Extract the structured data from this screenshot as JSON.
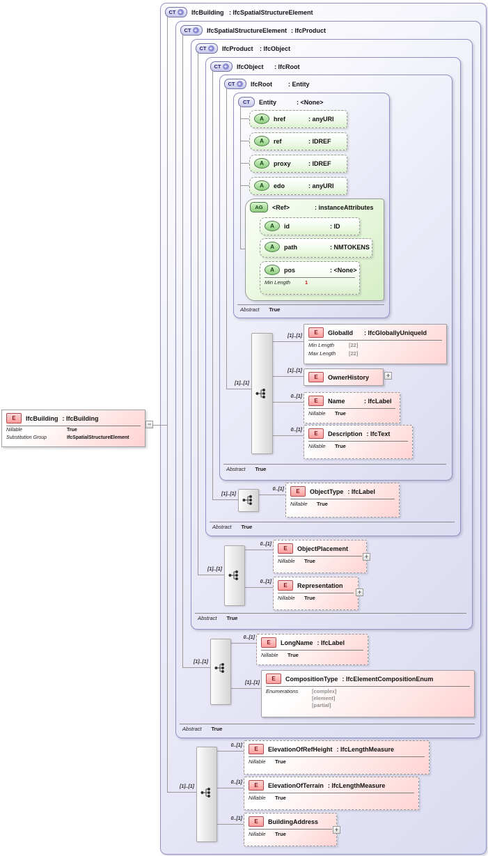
{
  "palette": {
    "container_fill": "#dcdcf2",
    "container_border": "#9191c4",
    "element_fill": "#ffd4d4",
    "attribute_fill": "#d9f0cb",
    "required_value": "#c42020",
    "muted_value": "#909090"
  },
  "left_panel": {
    "icon": "E",
    "name": "IfcBuilding",
    "type": ": IfcBuilding",
    "rows": [
      {
        "label": "Nillable",
        "value": "True"
      },
      {
        "label": "Substitution Group",
        "value": "IfcSpatialStructureElement"
      }
    ],
    "toggle": "−"
  },
  "ct_boxes": [
    {
      "icon": "CT",
      "plus": "+",
      "name": "IfcBuilding",
      "type": ": IfcSpatialStructureElement"
    },
    {
      "icon": "CT",
      "plus": "+",
      "name": "IfcSpatialStructureElement",
      "type": ": IfcProduct"
    },
    {
      "icon": "CT",
      "plus": "+",
      "name": "IfcProduct",
      "type": ": IfcObject"
    },
    {
      "icon": "CT",
      "plus": "+",
      "name": "IfcObject",
      "type": ": IfcRoot"
    },
    {
      "icon": "CT",
      "plus": "+",
      "name": "IfcRoot",
      "type": ": Entity"
    },
    {
      "icon": "CT",
      "name": "Entity",
      "type": ": <None>"
    }
  ],
  "footer": {
    "label": "Abstract",
    "value": "True"
  },
  "sequence_cardinality": "[1]..[1]",
  "attributes": [
    {
      "icon": "A",
      "name": "href",
      "type": ": anyURI"
    },
    {
      "icon": "A",
      "name": "ref",
      "type": ": IDREF"
    },
    {
      "icon": "A",
      "name": "proxy",
      "type": ": IDREF"
    },
    {
      "icon": "A",
      "name": "edo",
      "type": ": anyURI"
    }
  ],
  "attr_group": {
    "icon": "AG",
    "name": "<Ref>",
    "type": ": instanceAttributes",
    "attrs": [
      {
        "icon": "A",
        "name": "id",
        "type": ": ID"
      },
      {
        "icon": "A",
        "name": "path",
        "type": ": NMTOKENS"
      },
      {
        "icon": "A",
        "name": "pos",
        "type": ": <None>",
        "facet_label": "Min Length",
        "facet_value": "1"
      }
    ]
  },
  "elements": {
    "globalid": {
      "icon": "E",
      "card": "[1]..[1]",
      "name": "GlobalId",
      "type": ": IfcGloballyUniqueId",
      "rows": [
        {
          "label": "Min Length",
          "value": "[22]"
        },
        {
          "label": "Max Length",
          "value": "[22]"
        }
      ]
    },
    "ownerhistory": {
      "icon": "E",
      "card": "[1]..[1]",
      "name": "OwnerHistory",
      "type": "",
      "expander": "+"
    },
    "name": {
      "icon": "E",
      "card": "0..[1]",
      "name": "Name",
      "type": ": IfcLabel",
      "rows": [
        {
          "label": "Nillable",
          "value": "True"
        }
      ]
    },
    "description": {
      "icon": "E",
      "card": "0..[1]",
      "name": "Description",
      "type": ": IfcText",
      "rows": [
        {
          "label": "Nillable",
          "value": "True"
        }
      ]
    },
    "objecttype": {
      "icon": "E",
      "card": "0..[1]",
      "name": "ObjectType",
      "type": ": IfcLabel",
      "rows": [
        {
          "label": "Nillable",
          "value": "True"
        }
      ]
    },
    "objectplacement": {
      "icon": "E",
      "card": "0..[1]",
      "name": "ObjectPlacement",
      "type": "",
      "expander": "+",
      "rows": [
        {
          "label": "Nillable",
          "value": "True"
        }
      ]
    },
    "representation": {
      "icon": "E",
      "card": "0..[1]",
      "name": "Representation",
      "type": "",
      "expander": "+",
      "rows": [
        {
          "label": "Nillable",
          "value": "True"
        }
      ]
    },
    "longname": {
      "icon": "E",
      "card": "0..[1]",
      "name": "LongName",
      "type": ": IfcLabel",
      "rows": [
        {
          "label": "Nillable",
          "value": "True"
        }
      ]
    },
    "compositiontype": {
      "icon": "E",
      "card": "[1]..[1]",
      "name": "CompositionType",
      "type": ": IfcElementCompositionEnum",
      "enum_label": "Enumerations",
      "enum_values": [
        "[complex]",
        "[element]",
        "[partial]"
      ]
    },
    "elevationofrefheight": {
      "icon": "E",
      "card": "0..[1]",
      "name": "ElevationOfRefHeight",
      "type": ": IfcLengthMeasure",
      "rows": [
        {
          "label": "Nillable",
          "value": "True"
        }
      ]
    },
    "elevationofterrain": {
      "icon": "E",
      "card": "0..[1]",
      "name": "ElevationOfTerrain",
      "type": ": IfcLengthMeasure",
      "rows": [
        {
          "label": "Nillable",
          "value": "True"
        }
      ]
    },
    "buildingaddress": {
      "icon": "E",
      "card": "0..[1]",
      "name": "BuildingAddress",
      "type": "",
      "expander": "+",
      "rows": [
        {
          "label": "Nillable",
          "value": "True"
        }
      ]
    }
  }
}
